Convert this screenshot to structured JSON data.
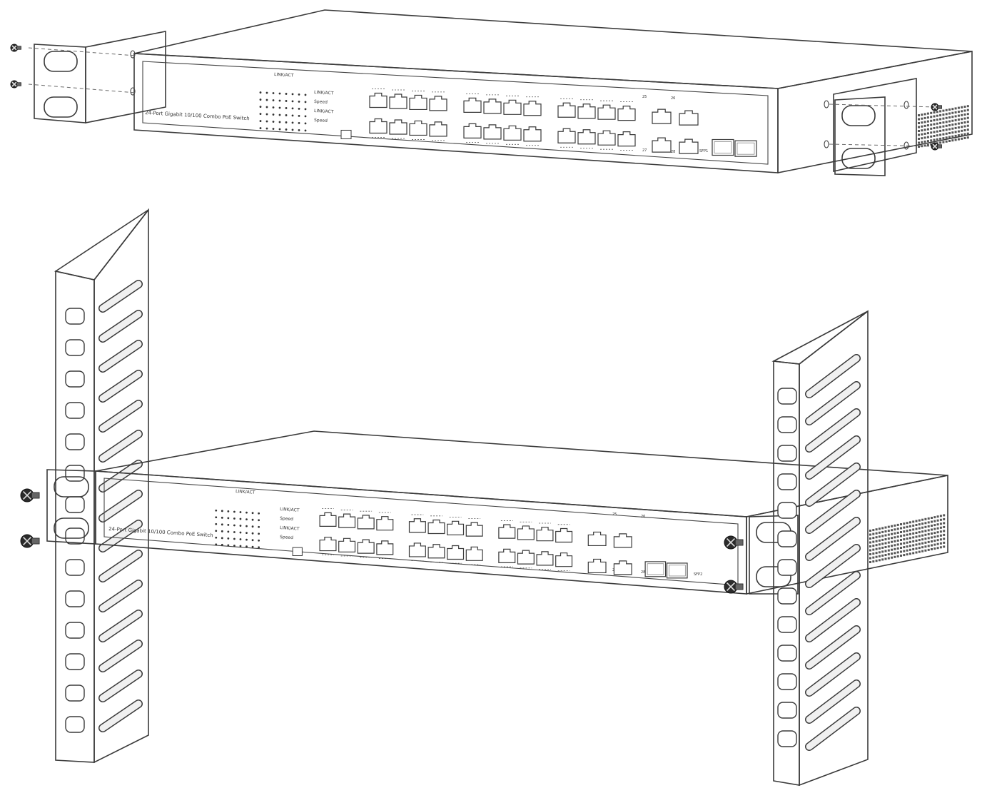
{
  "figure": {
    "stages": [
      "attach-brackets",
      "mount-in-rack"
    ]
  },
  "switch": {
    "model_text": "24-Port Gigabit 10/100 Combo PoE Switch",
    "led_header": "LINK/ACT",
    "led_labels": [
      "LINK/ACT",
      "Speed",
      "LINK/ACT",
      "Speed"
    ],
    "sfp_labels": [
      "SFP1",
      "SFP2"
    ],
    "combo_labels": [
      "25",
      "26",
      "27",
      "28"
    ],
    "rj45_port_count": 24,
    "sfp_port_count": 2,
    "combo_port_count": 4
  },
  "hardware": {
    "screws_per_bracket": 2,
    "bracket_count": 2,
    "rack_rail_count": 2
  },
  "palette": {
    "line": "#3a3a3a",
    "panel_fill": "#f4f4f4",
    "shade_light": "#e9e9e9",
    "shade_mid": "#d9d9d9",
    "screw": "#2b2b2b"
  }
}
